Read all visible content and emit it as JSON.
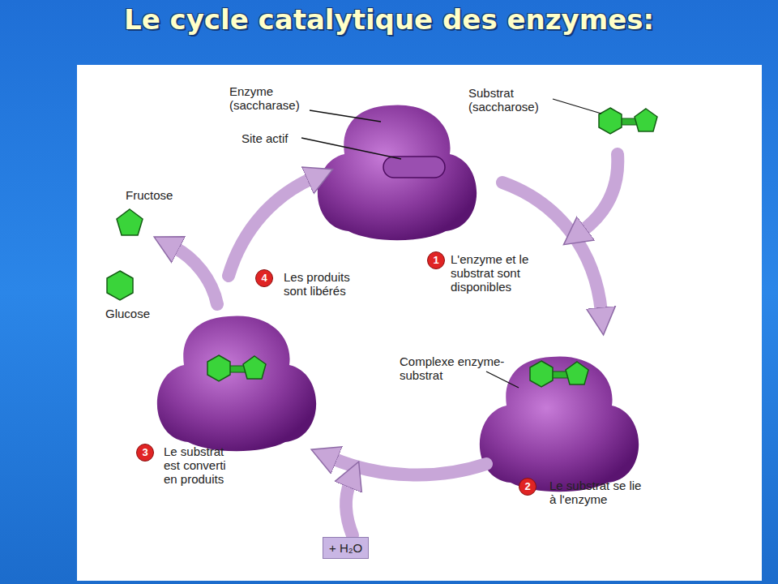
{
  "diagram": {
    "title": "Le cycle catalytique des enzymes:",
    "nodes": [
      {
        "text": [
          "+ H₂O"
        ]
      }
    ],
    "labels": [
      "Enzyme (saccharase)",
      "Site actif",
      "Substrat (saccharose)",
      "Fructose",
      "Glucose",
      "1",
      "L'enzyme et le substrat sont disponibles",
      "Complexe enzyme-substrat",
      "2",
      "Le substrat se lie à l'enzyme",
      "3",
      "Le substrat est converti en produits",
      "4",
      "Les produits sont libérés"
    ]
  }
}
